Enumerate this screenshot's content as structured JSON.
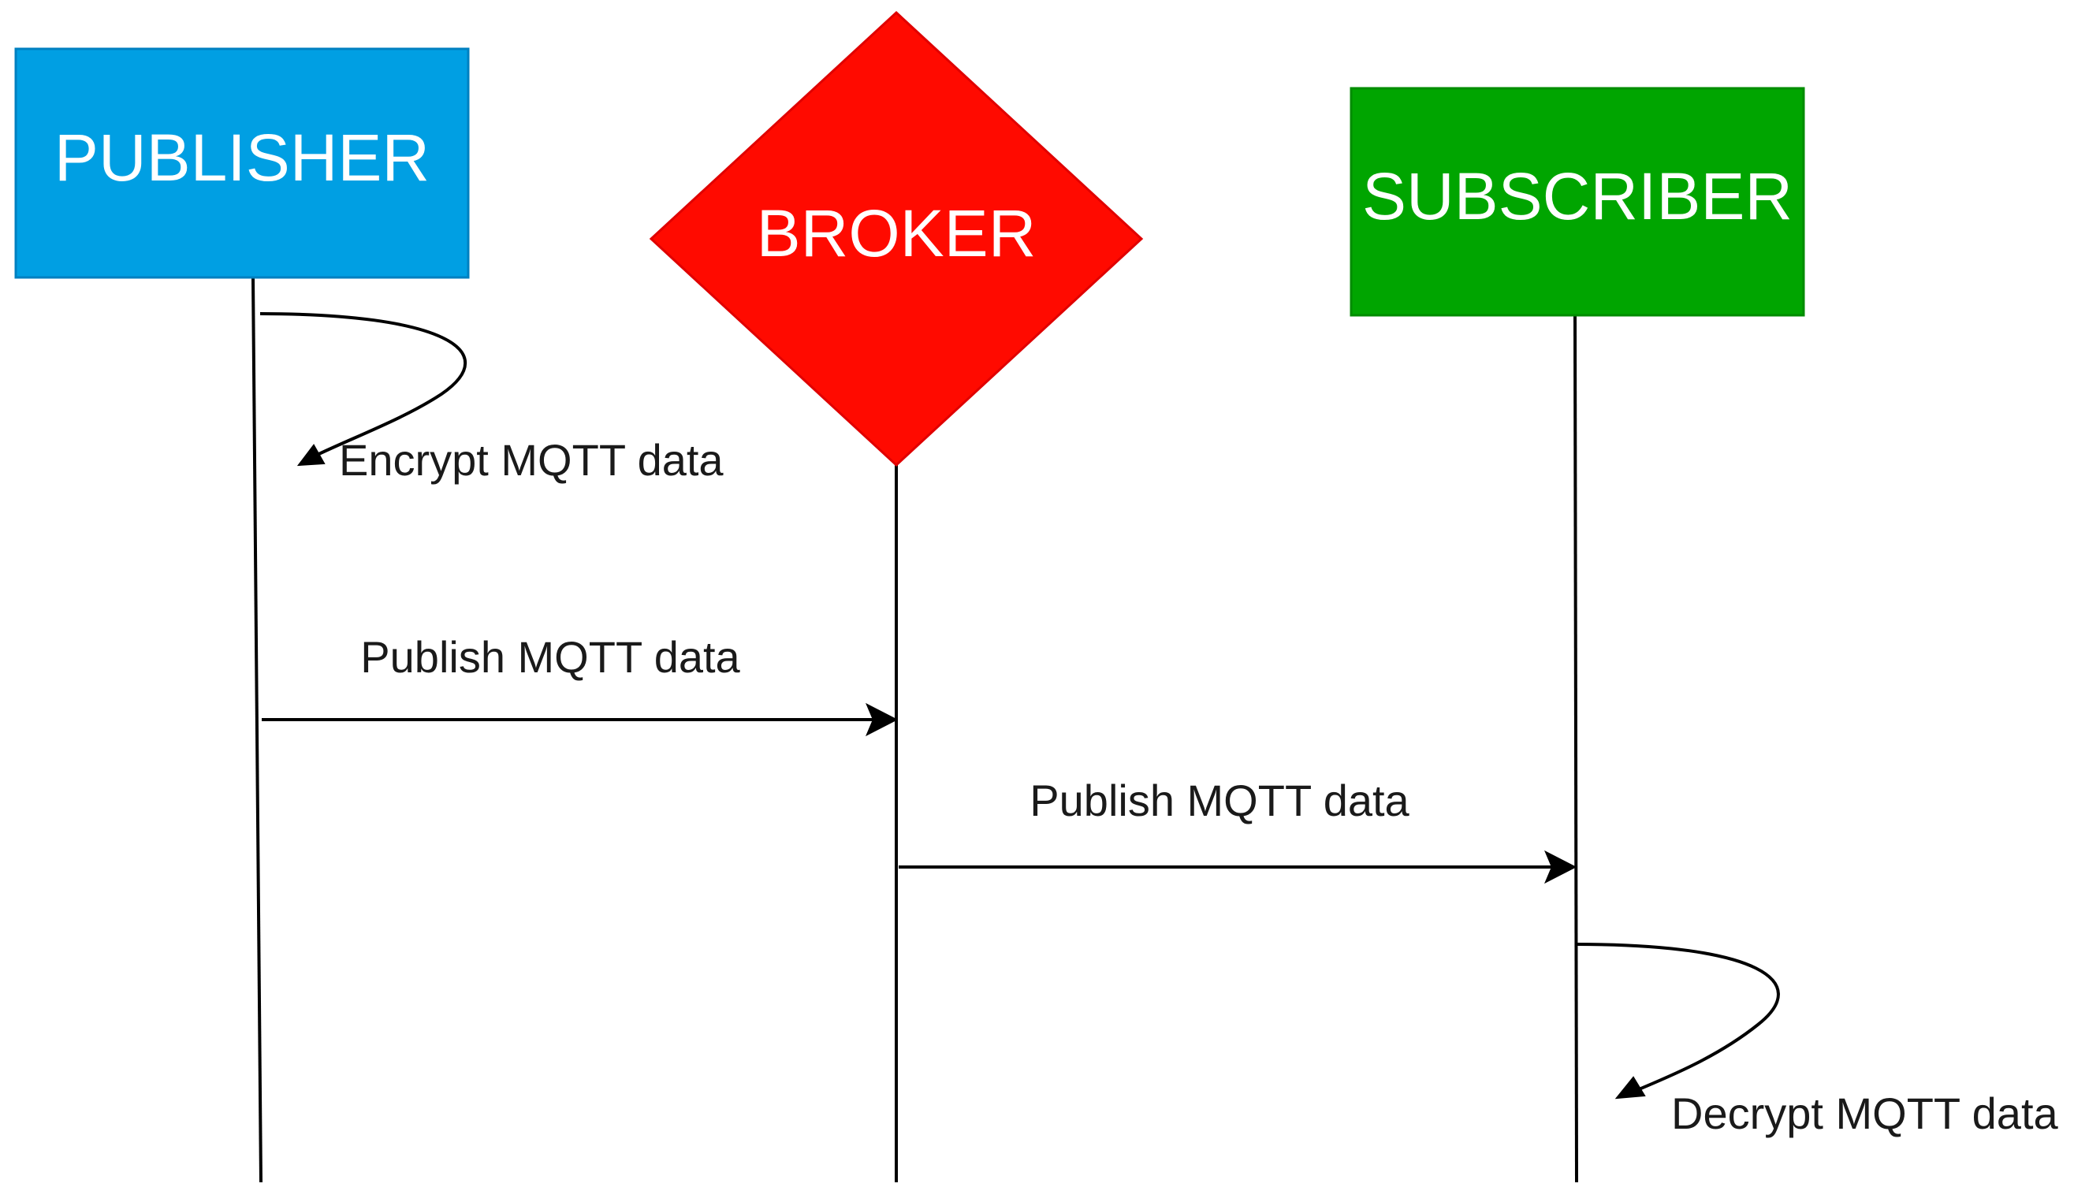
{
  "actors": {
    "publisher": {
      "label": "PUBLISHER",
      "color": "#009fe3",
      "text_color": "#ffffff"
    },
    "broker": {
      "label": "BROKER",
      "color": "#ff0a00",
      "text_color": "#ffffff"
    },
    "subscriber": {
      "label": "SUBSCRIBER",
      "color": "#00a500",
      "text_color": "#ffffff"
    }
  },
  "messages": {
    "encrypt": {
      "label": "Encrypt MQTT data",
      "from": "publisher",
      "to": "publisher"
    },
    "publish_to_broker": {
      "label": "Publish MQTT data",
      "from": "publisher",
      "to": "broker"
    },
    "publish_to_subscriber": {
      "label": "Publish MQTT data",
      "from": "broker",
      "to": "subscriber"
    },
    "decrypt": {
      "label": "Decrypt MQTT data",
      "from": "subscriber",
      "to": "subscriber"
    }
  }
}
